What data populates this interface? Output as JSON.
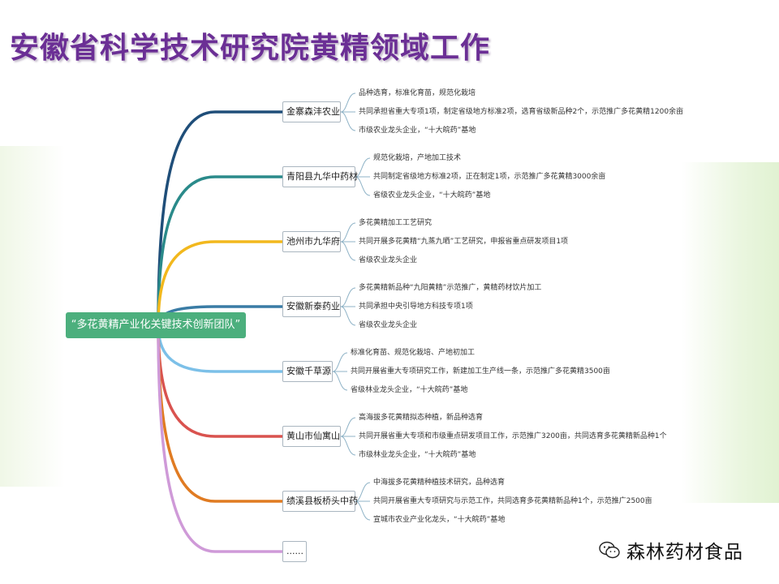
{
  "title": "安徽省科学技术研究院黄精领域工作",
  "root": {
    "label": "“多花黄精产业化关键技术创新团队”"
  },
  "branches": [
    {
      "label": "金寨森沣农业",
      "color": "#1f4e79",
      "items": [
        "品种选育，标准化育苗，规范化栽培",
        "共同承担省重大专项1项，制定省级地方标准2项，选育省级新品种2个，示范推广多花黄精1200余亩",
        "市级农业龙头企业，“十大皖药”基地"
      ]
    },
    {
      "label": "青阳县九华中药材",
      "color": "#2a8a8a",
      "items": [
        "规范化栽培，产地加工技术",
        "共同制定省级地方标准2项，正在制定1项，示范推广多花黄精3000余亩",
        "省级农业龙头企业，“十大皖药”基地"
      ]
    },
    {
      "label": "池州市九华府",
      "color": "#f2b81d",
      "items": [
        "多花黄精加工工艺研究",
        "共同开展多花黄精“九蒸九晒”工艺研究，申报省重点研发项目1项",
        "省级农业龙头企业"
      ]
    },
    {
      "label": "安徽新泰药业",
      "color": "#3a7ca5",
      "items": [
        "多花黄精新品种“九阳黄精”示范推广，黄精药材饮片加工",
        "共同承担中央引导地方科技专项1项",
        "省级农业龙头企业"
      ]
    },
    {
      "label": "安徽千草源",
      "color": "#7cc0e8",
      "items": [
        "标准化育苗、规范化栽培、产地初加工",
        "共同开展省重大专项研究工作，新建加工生产线一条，示范推广多花黄精3500亩",
        "省级林业龙头企业，“十大皖药”基地"
      ]
    },
    {
      "label": "黄山市仙寓山",
      "color": "#d9534f",
      "items": [
        "高海拔多花黄精拟态种植，新品种选育",
        "共同开展省重大专项和市级重点研发项目工作，示范推广3200亩，共同选育多花黄精新品种1个",
        "市级林业龙头企业，“十大皖药”基地"
      ]
    },
    {
      "label": "绩溪县板桥头中药",
      "color": "#e07b22",
      "items": [
        "中海拔多花黄精种植技术研究，品种选育",
        "共同开展省重大专项研究与示范工作，共同选育多花黄精新品种1个，示范推广2500亩",
        "宣城市农业产业化龙头，“十大皖药”基地"
      ]
    },
    {
      "label": "......",
      "color": "#cf9ad8",
      "items": []
    }
  ],
  "watermark": {
    "text": "森林药材食品",
    "icon": "wechat-icon"
  }
}
